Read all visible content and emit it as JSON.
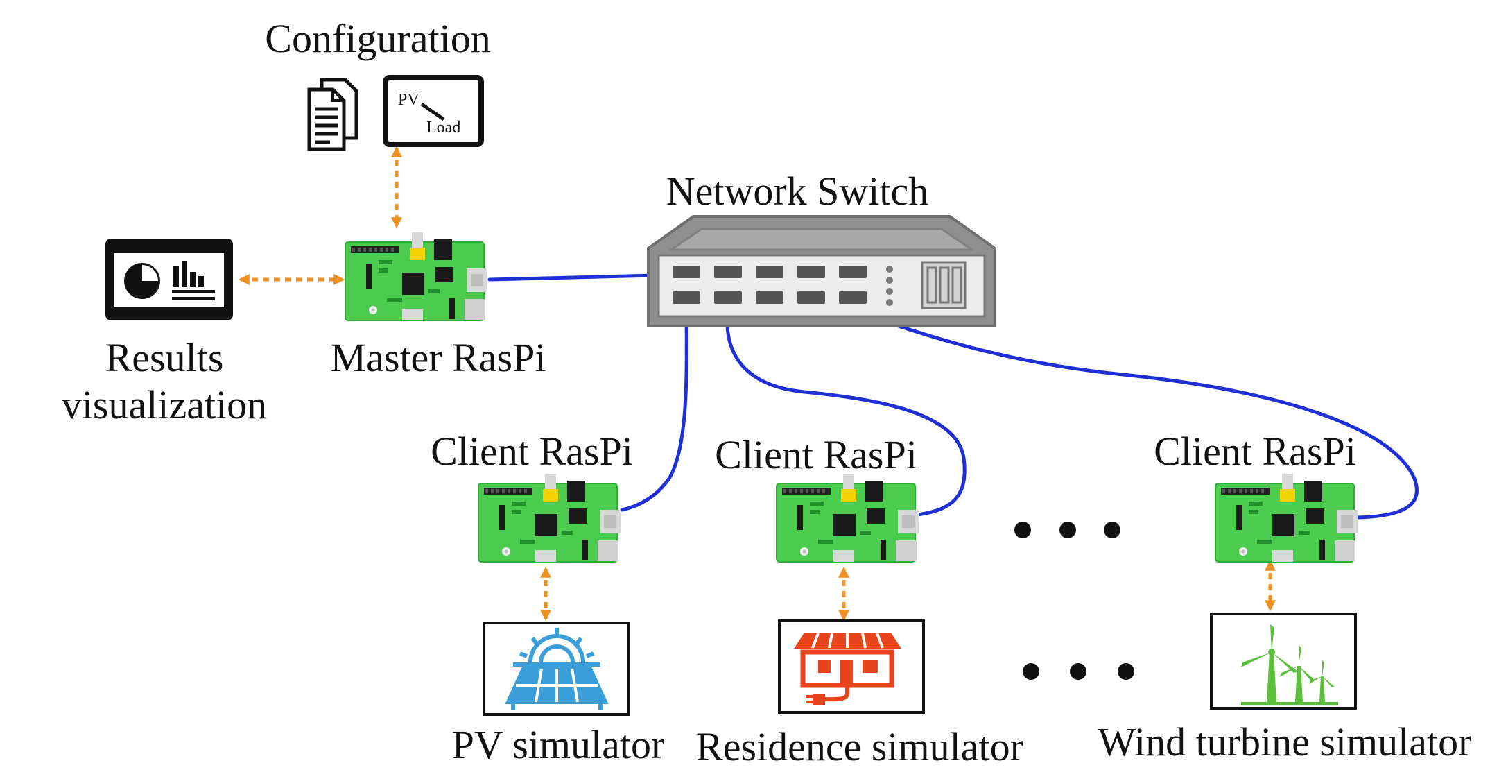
{
  "labels": {
    "configuration": "Configuration",
    "network_switch": "Network Switch",
    "master": "Master RasPi",
    "results_line1": "Results",
    "results_line2": "visualization",
    "client1": "Client RasPi",
    "client2": "Client RasPi",
    "client3": "Client RasPi",
    "pv_sim": "PV simulator",
    "residence_sim": "Residence simulator",
    "wind_sim": "Wind turbine simulator",
    "config_pv": "PV",
    "config_load": "Load"
  },
  "icons": {
    "documents": "documents-icon",
    "config_panel": "config-panel-icon",
    "dashboard": "dashboard-icon",
    "switch": "network-switch-icon",
    "raspi": "raspberry-pi-board-icon",
    "solar": "solar-panel-icon",
    "house": "house-plug-icon",
    "wind": "wind-turbine-icon"
  },
  "colors": {
    "cable": "#1f2fd6",
    "link_arrow": "#f0901e",
    "board": "#4ccc4f",
    "board_dark": "#1e8f2a",
    "switch_body": "#8f8f8f",
    "solar": "#3a9fd8",
    "house": "#e8451e",
    "wind": "#5cbf3c",
    "text": "#111111"
  }
}
